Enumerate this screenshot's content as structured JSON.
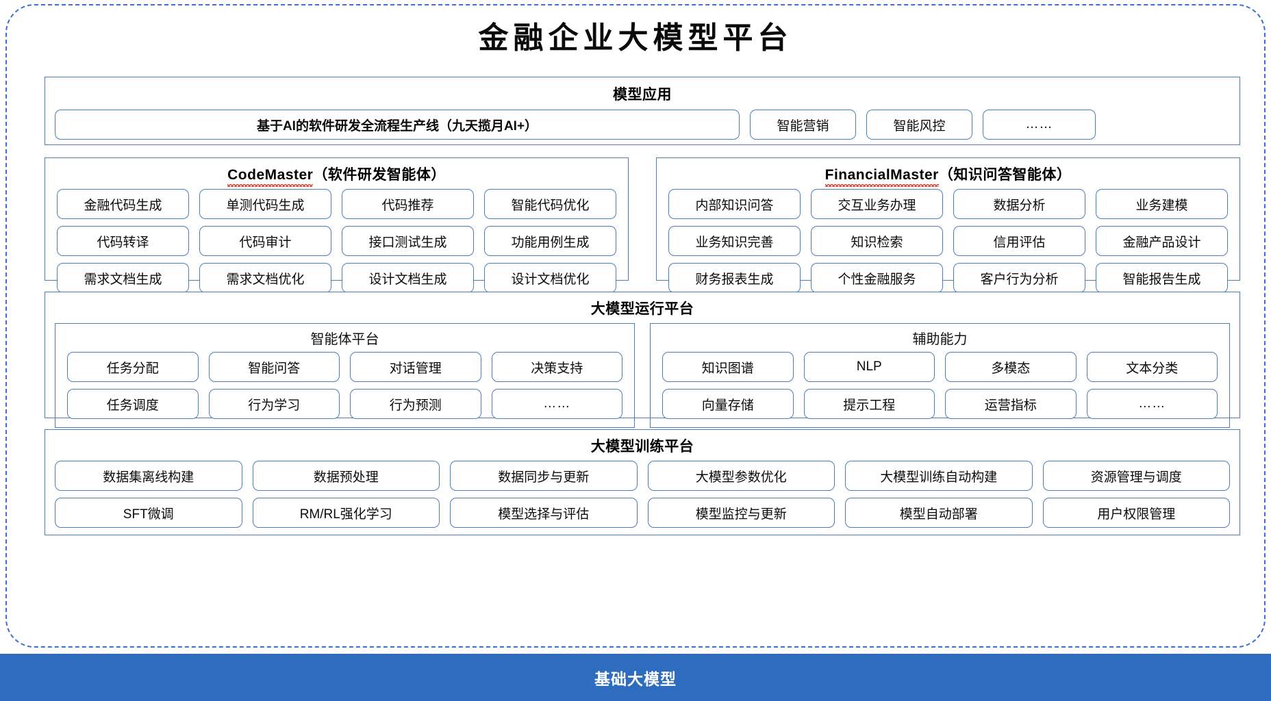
{
  "title": "金融企业大模型平台",
  "colors": {
    "frame_dashed": "#3a6fd8",
    "panel_border": "#4a7ebb",
    "base_bar": "#2d6cbf",
    "spellcheck_squiggle": "#e23b27"
  },
  "sections": {
    "applications": {
      "title": "模型应用",
      "primary": "基于AI的软件研发全流程生产线（九天揽月AI+）",
      "items": [
        "智能营销",
        "智能风控",
        "……"
      ]
    },
    "agents": [
      {
        "name": "CodeMaster",
        "suffix": "（软件研发智能体）",
        "rows": [
          [
            "金融代码生成",
            "单测代码生成",
            "代码推荐",
            "智能代码优化"
          ],
          [
            "代码转译",
            "代码审计",
            "接口测试生成",
            "功能用例生成"
          ],
          [
            "需求文档生成",
            "需求文档优化",
            "设计文档生成",
            "设计文档优化"
          ]
        ]
      },
      {
        "name": "FinancialMaster",
        "suffix": "（知识问答智能体）",
        "rows": [
          [
            "内部知识问答",
            "交互业务办理",
            "数据分析",
            "业务建模"
          ],
          [
            "业务知识完善",
            "知识检索",
            "信用评估",
            "金融产品设计"
          ],
          [
            "财务报表生成",
            "个性金融服务",
            "客户行为分析",
            "智能报告生成"
          ]
        ]
      }
    ],
    "runtime": {
      "title": "大模型运行平台",
      "groups": [
        {
          "title": "智能体平台",
          "rows": [
            [
              "任务分配",
              "智能问答",
              "对话管理",
              "决策支持"
            ],
            [
              "任务调度",
              "行为学习",
              "行为预测",
              "……"
            ]
          ]
        },
        {
          "title": "辅助能力",
          "rows": [
            [
              "知识图谱",
              "NLP",
              "多模态",
              "文本分类"
            ],
            [
              "向量存储",
              "提示工程",
              "运营指标",
              "……"
            ]
          ]
        }
      ]
    },
    "training": {
      "title": "大模型训练平台",
      "rows": [
        [
          "数据集离线构建",
          "数据预处理",
          "数据同步与更新",
          "大模型参数优化",
          "大模型训练自动构建",
          "资源管理与调度"
        ],
        [
          "SFT微调",
          "RM/RL强化学习",
          "模型选择与评估",
          "模型监控与更新",
          "模型自动部署",
          "用户权限管理"
        ]
      ]
    },
    "base": {
      "title": "基础大模型"
    }
  }
}
